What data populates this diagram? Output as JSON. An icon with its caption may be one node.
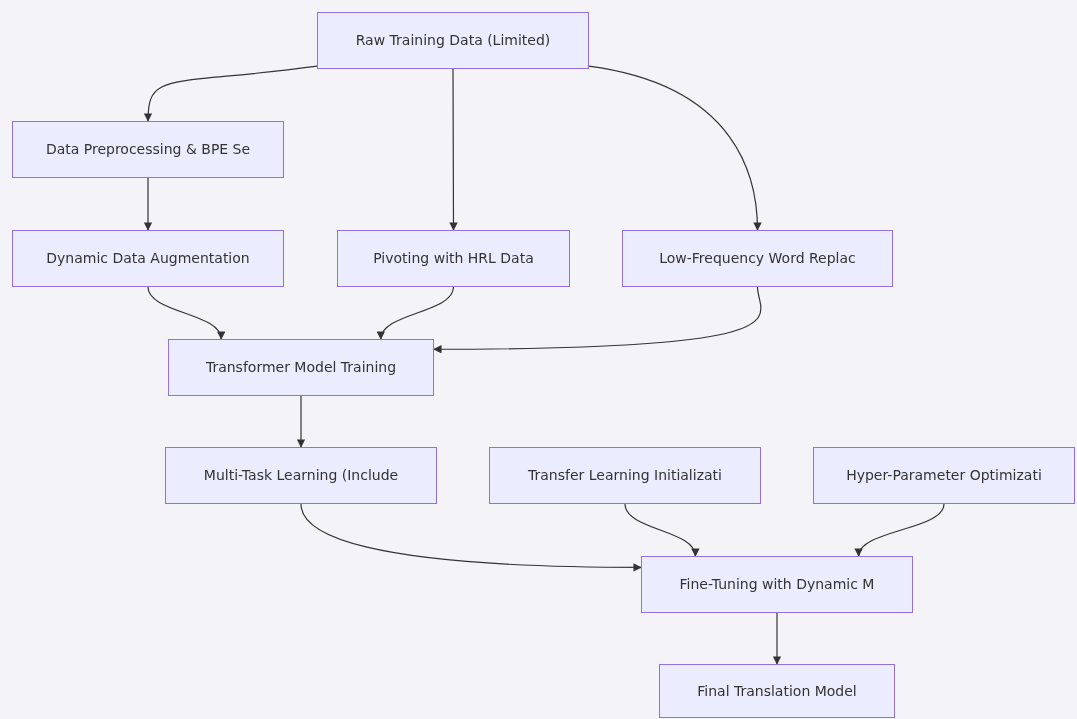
{
  "diagram": {
    "nodes": [
      {
        "text": [
          "Raw Training Data (Limited)"
        ]
      },
      {
        "text": [
          "Data Preprocessing & BPE Se"
        ]
      },
      {
        "text": [
          "Dynamic Data Augmentation"
        ]
      },
      {
        "text": [
          "Pivoting with HRL Data"
        ]
      },
      {
        "text": [
          "Low-Frequency Word Replac"
        ]
      },
      {
        "text": [
          "Transformer Model Training"
        ]
      },
      {
        "text": [
          "Multi-Task Learning (Include"
        ]
      },
      {
        "text": [
          "Transfer Learning Initializati"
        ]
      },
      {
        "text": [
          "Hyper-Parameter Optimizati"
        ]
      },
      {
        "text": [
          "Fine-Tuning with Dynamic M"
        ]
      },
      {
        "text": [
          "Final Translation Model"
        ]
      }
    ],
    "edges": [
      {
        "from": 0,
        "to": 1,
        "arrow": "to"
      },
      {
        "from": 0,
        "to": 3,
        "arrow": "to"
      },
      {
        "from": 0,
        "to": 4,
        "arrow": "to"
      },
      {
        "from": 1,
        "to": 2,
        "arrow": "to"
      },
      {
        "from": 2,
        "to": 5,
        "arrow": "to"
      },
      {
        "from": 3,
        "to": 5,
        "arrow": "to"
      },
      {
        "from": 4,
        "to": 5,
        "arrow": "to"
      },
      {
        "from": 5,
        "to": 6,
        "arrow": "to"
      },
      {
        "from": 6,
        "to": 9,
        "arrow": "to"
      },
      {
        "from": 7,
        "to": 9,
        "arrow": "to"
      },
      {
        "from": 8,
        "to": 9,
        "arrow": "to"
      },
      {
        "from": 9,
        "to": 10,
        "arrow": "to"
      }
    ]
  }
}
